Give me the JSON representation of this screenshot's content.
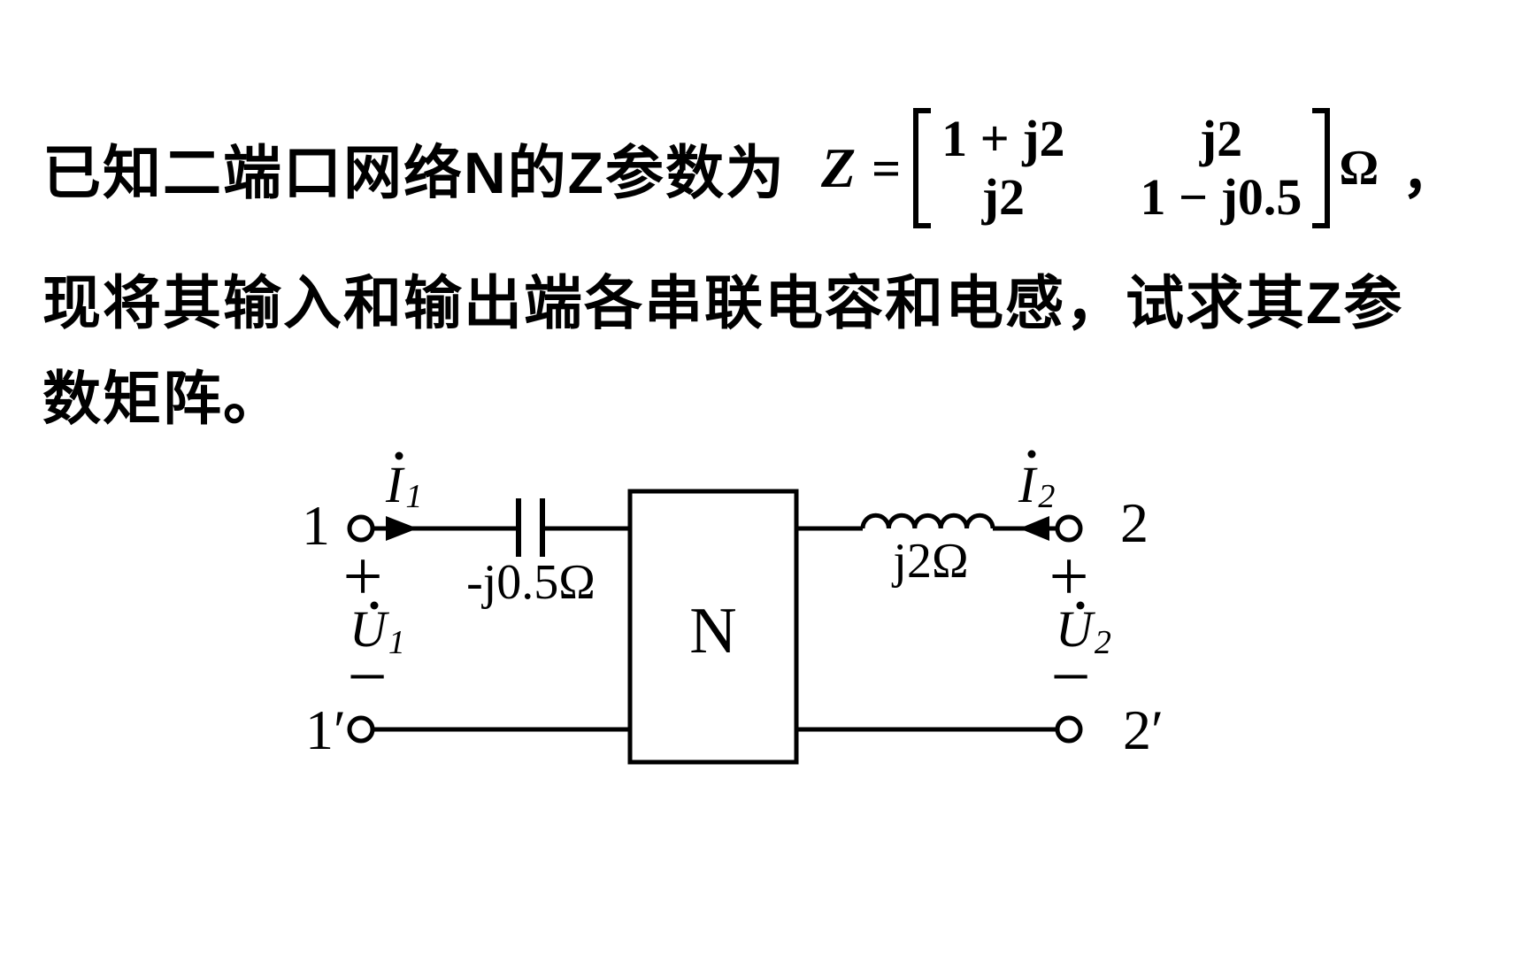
{
  "page": {
    "background": "#ffffff",
    "ink": "#000000"
  },
  "problem": {
    "line1": {
      "prefix": "已知二端口网络N的Z参数为",
      "z_symbol": "Z",
      "equals": "=",
      "matrix": {
        "r1c1": "1 + j2",
        "r1c2": "j2",
        "r2c1": "j2",
        "r2c2": "1 − j0.5"
      },
      "unit": "Ω",
      "comma": "，"
    },
    "line2": "现将其输入和输出端各串联电容和电感，试求其Z参",
    "line3": "数矩阵。"
  },
  "circuit": {
    "network_label": "N",
    "capacitor_label": "-j0.5Ω",
    "inductor_label": "j2Ω",
    "terminal_1": "1",
    "terminal_1_prime": "1′",
    "terminal_2": "2",
    "terminal_2_prime": "2′",
    "current_1": {
      "base": "I",
      "sub": "1"
    },
    "current_2": {
      "base": "I",
      "sub": "2"
    },
    "voltage_1": {
      "base": "U",
      "sub": "1"
    },
    "voltage_2": {
      "base": "U",
      "sub": "2"
    },
    "polarity_plus": "+",
    "polarity_minus": "−"
  }
}
